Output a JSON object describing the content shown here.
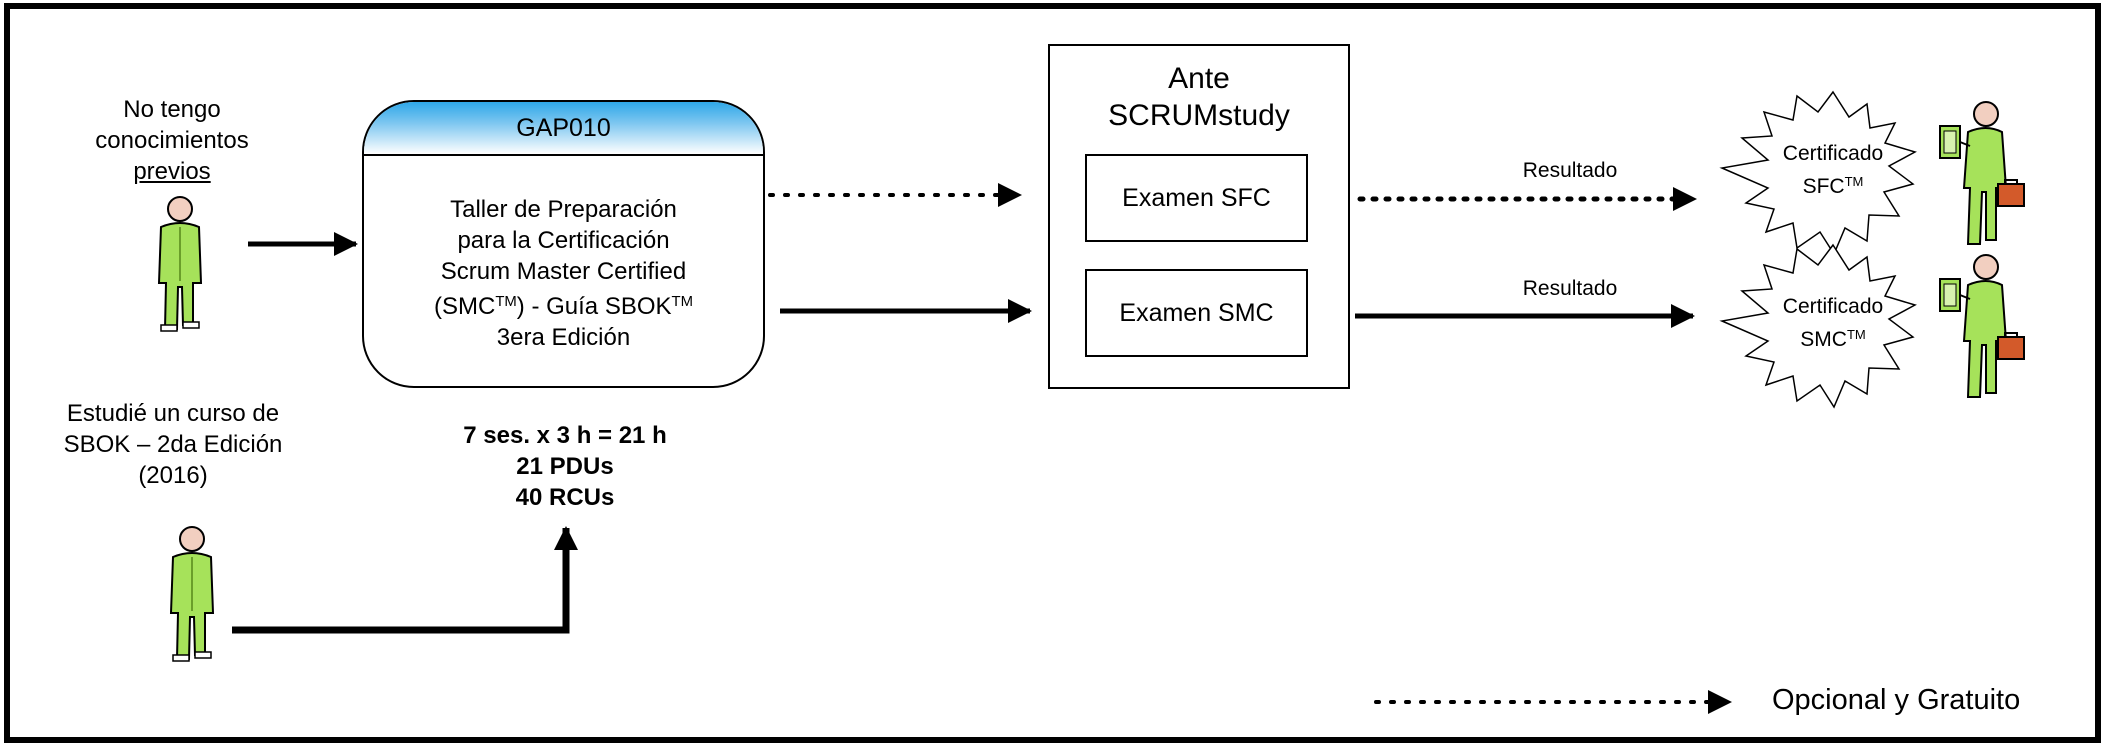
{
  "people": {
    "no_knowledge": {
      "lines": [
        "No tengo",
        "conocimientos"
      ],
      "emphasis": "previos"
    },
    "studied": {
      "lines": [
        "Estudié un curso de",
        "SBOK – 2da Edición",
        "(2016)"
      ]
    }
  },
  "workshop": {
    "code": "GAP010",
    "body": [
      "Taller de Preparación",
      "para la Certificación",
      "Scrum Master Certified"
    ],
    "line4_prefix": "(SMC",
    "line4_mid": ") - Guía SBOK",
    "line5": "3era Edición",
    "tm": "TM",
    "stats": [
      "7 ses. x 3 h = 21 h",
      "21 PDUs",
      "40 RCUs"
    ]
  },
  "exams": {
    "title_lines": [
      "Ante",
      "SCRUMstudy"
    ],
    "sfc_label": "Examen SFC",
    "smc_label": "Examen SMC"
  },
  "results": {
    "upper_label": "Resultado",
    "lower_label": "Resultado"
  },
  "certificates": {
    "sfc": {
      "line1": "Certificado",
      "line2": "SFC",
      "tm": "TM"
    },
    "smc": {
      "line1": "Certificado",
      "line2": "SMC",
      "tm": "TM"
    }
  },
  "legend": {
    "optional_label": "Opcional y Gratuito"
  },
  "colors": {
    "person_body": "#a6e25a",
    "header_blue": "#2ea7e8",
    "skin": "#f2cfc0",
    "outline": "#000000"
  }
}
